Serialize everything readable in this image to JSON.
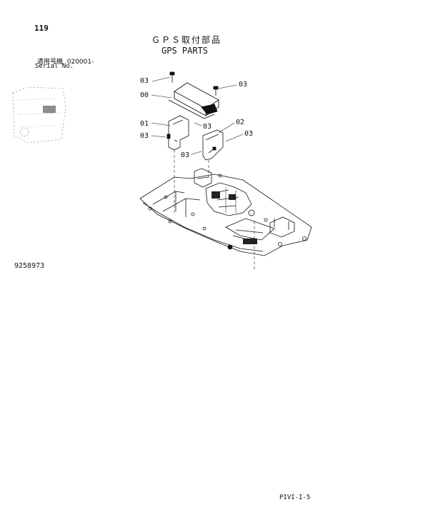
{
  "page": {
    "number": "119",
    "footer_code": "PIVI-I-5"
  },
  "header": {
    "title_jp": "ＧＰＳ取付部品",
    "title_en": "GPS PARTS",
    "serial_label_jp": "適用号機",
    "serial_value": "020001-",
    "serial_label_en": "Serial No."
  },
  "drawing": {
    "number": "9258973",
    "callouts": [
      "03",
      "00",
      "03",
      "01",
      "03",
      "02",
      "03",
      "03",
      "03"
    ]
  },
  "colors": {
    "ink": "#111111",
    "paper": "#ffffff"
  }
}
